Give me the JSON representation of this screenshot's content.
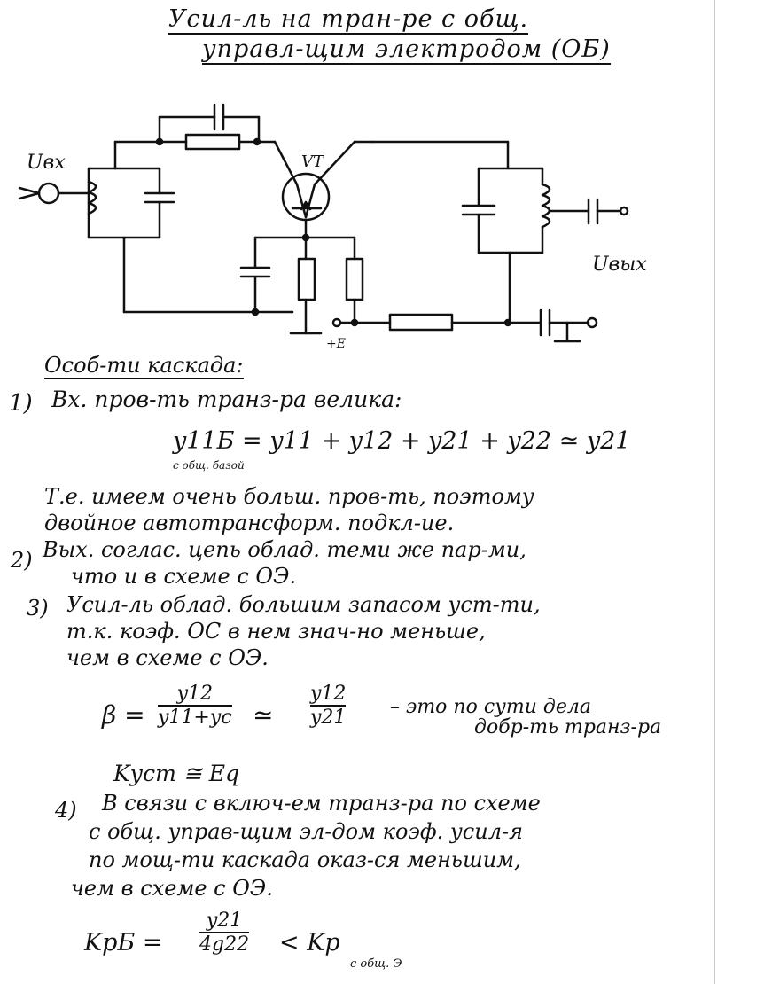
{
  "title": {
    "line1": "Усил-ль на тран-ре с общ.",
    "line2": "управл-щим электродом (ОБ)"
  },
  "schematic": {
    "input_label": "Uвх",
    "output_label": "Uвых",
    "transistor_label": "VT",
    "supply_label": "+E"
  },
  "features": {
    "heading": "Особ-ти каскада:",
    "item1": {
      "num": "1)",
      "text": "Вх. пров-ть транз-ра велика:",
      "formula": "y11Б = y11 + y12 + y21 + y22 ≃ y21",
      "formula_note": "с общ. базой",
      "after_line1": "Т.е. имеем очень больш. пров-ть, поэтому",
      "after_line2": "двойное автотрансформ. подкл-ие."
    },
    "item2": {
      "num": "2)",
      "line1": "Вых. соглас. цепь облад. теми же пар-ми,",
      "line2": "что и в схеме с ОЭ."
    },
    "item3": {
      "num": "3)",
      "line1": "Усил-ль облад. большим запасом уст-ти,",
      "line2": "т.к. коэф. ОС в нем знач-но меньше,",
      "line3": "чем в схеме с ОЭ.",
      "beta_lhs": "β =",
      "frac1_num": "y12",
      "frac1_den": "y11+yc",
      "approx": "≃",
      "frac2_num": "y12",
      "frac2_den": "y21",
      "remark_line1": "– это по сути дела",
      "remark_line2": "добр-ть транз-ра",
      "kust": "Kуст ≅ Eq"
    },
    "item4": {
      "num": "4)",
      "line1": "В связи с включ-ем транз-ра по схеме",
      "line2": "с общ. управ-щим эл-дом коэф. усил-я",
      "line3": "по мощ-ти каскада оказ-ся меньшим,",
      "line4": "чем в схеме с ОЭ.",
      "kp_lhs": "KрБ =",
      "kp_num": "y21",
      "kp_den": "4g22",
      "kp_rhs": "< Kр",
      "kp_sub": "с общ. Э"
    }
  }
}
